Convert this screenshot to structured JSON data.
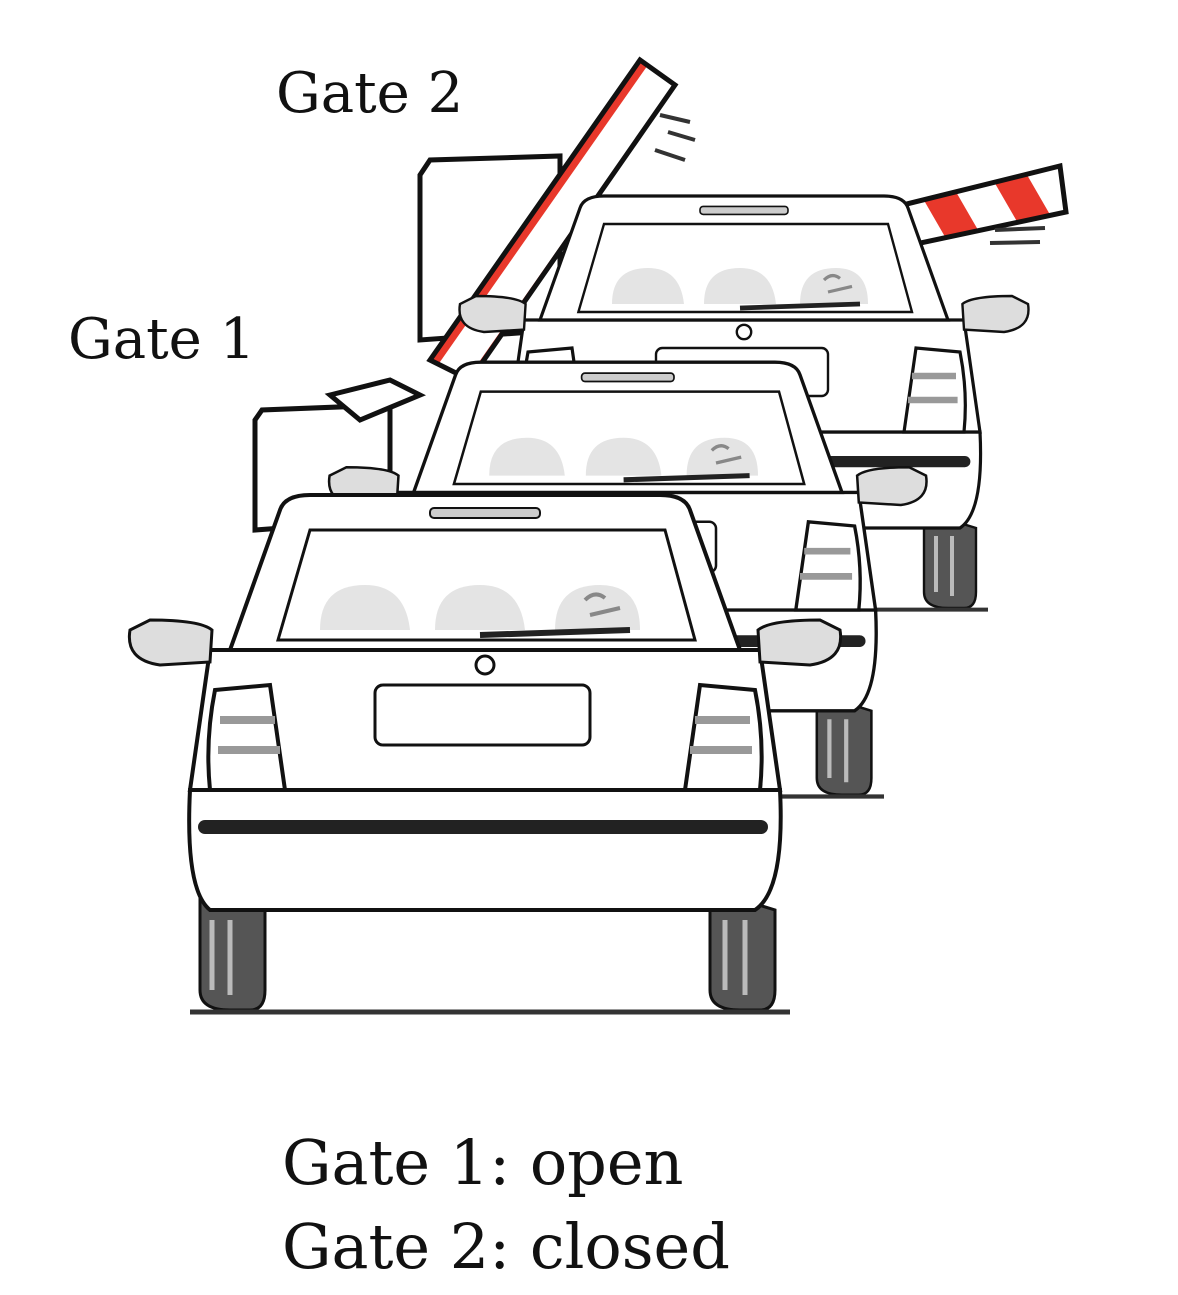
{
  "labels": {
    "gate2": "Gate 2",
    "gate1": "Gate 1"
  },
  "status": {
    "line1": "Gate 1: open",
    "line2": "Gate 2: closed"
  },
  "gates": [
    {
      "name": "Gate 1",
      "state": "open"
    },
    {
      "name": "Gate 2",
      "state": "closed"
    }
  ],
  "cars_in_queue": 3,
  "colors": {
    "barrier_stripe": "#e8382b",
    "outline": "#111111",
    "tire": "#444444"
  }
}
